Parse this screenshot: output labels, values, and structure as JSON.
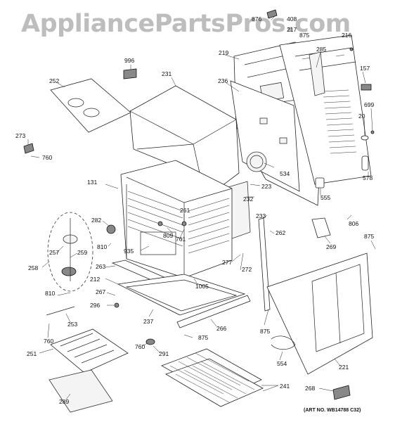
{
  "watermark": "AppliancePartsPros.com",
  "art_no": "(ART NO. WB14788 C32)",
  "callouts": {
    "c408": "408",
    "c876": "876",
    "c217": "217",
    "c875": "875",
    "c216": "216",
    "c219": "219",
    "c285": "285",
    "c157": "157",
    "c231": "231",
    "c236": "236",
    "c996": "996",
    "c252": "252",
    "c699": "699",
    "c20": "20",
    "c273": "273",
    "c760": "760",
    "c534": "534",
    "c578": "578",
    "c131": "131",
    "c223": "223",
    "c555": "555",
    "c232": "232",
    "c261": "261",
    "c282": "282",
    "c233": "233",
    "c806": "806",
    "c809": "809",
    "c761": "761",
    "c262": "262",
    "c810": "810",
    "c257": "257",
    "c259": "259",
    "c935": "935",
    "c269": "269",
    "c258": "258",
    "c263": "263",
    "c277": "277",
    "c272": "272",
    "c212": "212",
    "c1005": "1005",
    "c810b": "810",
    "c267": "267",
    "c296": "296",
    "c237": "237",
    "c253": "253",
    "c266": "266",
    "c875b": "875",
    "c875c": "875",
    "c875d": "875",
    "c760b": "760",
    "c760c": "760",
    "c291": "291",
    "c251": "251",
    "c554": "554",
    "c221": "221",
    "c289": "289",
    "c241": "241",
    "c268": "268"
  }
}
